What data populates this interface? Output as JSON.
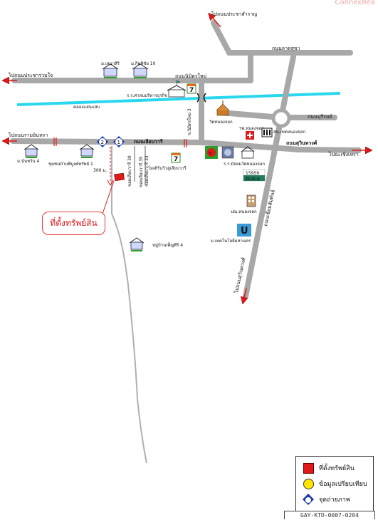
{
  "watermark": "ConnexRea",
  "roads": {
    "to_pracha_samran": "ไปถนนประชาสำราญ",
    "lamlukka": "ถนนลาดสุขา",
    "to_pracha_ruamjai": "ไปถนนประชาร่วมใจ",
    "nimitmai": "ถนนนิมิตรใหม่",
    "canal": "คลองแสนแสบ",
    "to_ramintra": "ไปถนนรามอินทรา",
    "liab_wari": "ถนนเลียบวารี",
    "soi_nimitmai_3": "ซ.นิมิตรใหม่ 3",
    "soi_liab_wari_39": "ซอยเลียบวารี 39",
    "soi_liab_wari_35": "ซอยเลียบวารี 35",
    "soi_liab_wari_33": "ซอยเลียบวารี 33",
    "suwinthawong": "ถนนสุวินทวงศ์",
    "to_chachoengsao": "ไปฉะเชิงเทรา",
    "chueam_samphan": "ถนนเชื่อมสัมพันธ์",
    "to_suwinthawong": "ไปถนนสุวินทวงศ์",
    "buriram": "ถนนบุรีรมย์"
  },
  "places": {
    "moo_senasiri": "ม.เสนาสิริ",
    "moo_kitti": "ม.กิตติชัย 10",
    "school": "ร.ร.ศาสนบริหารธุรกิจ",
    "wat_nongchok": "วัดหนองจอก",
    "hospital": "รพ.หนองจอก",
    "police": "สน.เขตหนองจอก",
    "hospital_school": "ร.ร.มัธยมวัดหนองจอก",
    "moo_nanthawan": "ม.นันทวัน 4",
    "community": "ชุมชนบ้านพิบูลย์ทรัพย์ 1",
    "distance": "300 ม.",
    "mohuthiwatwari": "ไมเดิร์นวิวลู่เลียบวารี",
    "post": "ปณ.หนองจอก",
    "tech_college": "ม.เทคโนโลยีมหานคร",
    "village_phet": "หมู่บ้านเพ็ญศิริ 4",
    "sign_number": "15959",
    "sign_text": "มีLotus"
  },
  "callout": "ที่ตั้งทรัพย์สิน",
  "camera_points": [
    "2",
    "1"
  ],
  "legend": {
    "items": [
      {
        "label": "ที่ตั้งทรัพย์สิน",
        "color": "#e01a1a"
      },
      {
        "label": "ข้อมูลเปรียบเทียบ",
        "color": "#ffe600"
      },
      {
        "label": "จุดถ่ายภาพ",
        "color": "#1a3aa8"
      }
    ]
  },
  "code": "GAY-KTD-0007-0204",
  "colors": {
    "road": "#a8a8a8",
    "canal": "#29d8ee",
    "arrow": "#e01a1a",
    "property": "#e01a1a"
  }
}
